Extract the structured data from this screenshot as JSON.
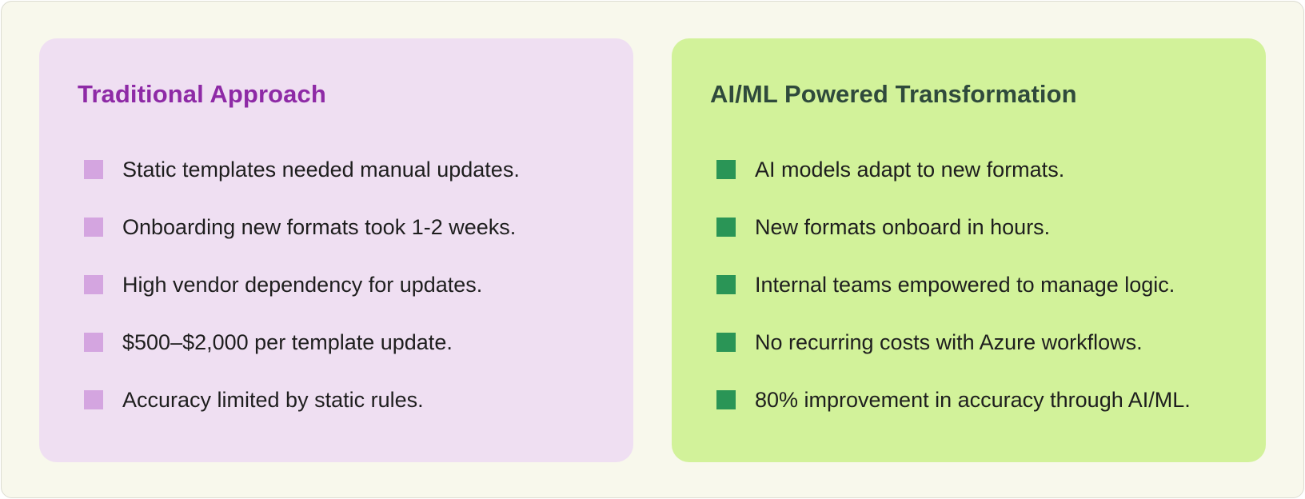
{
  "colors": {
    "frame_background": "#f8f8ec",
    "traditional_card": "#efdff2",
    "traditional_title": "#8e2aa6",
    "traditional_bullet": "#d4a5e0",
    "ai_card": "#d2f29a",
    "ai_title": "#2f4a3c",
    "ai_bullet": "#2a9556",
    "body_text": "#1e1e1e"
  },
  "traditional": {
    "title": "Traditional Approach",
    "items": [
      "Static templates needed manual updates.",
      "Onboarding new formats took 1-2 weeks.",
      "High vendor dependency for updates.",
      "$500–$2,000 per template update.",
      "Accuracy limited by static rules."
    ]
  },
  "ai": {
    "title": "AI/ML Powered Transformation",
    "items": [
      "AI models adapt to new formats.",
      "New formats onboard in hours.",
      "Internal teams empowered to manage logic.",
      "No recurring costs with Azure workflows.",
      "80% improvement in accuracy through AI/ML."
    ]
  }
}
